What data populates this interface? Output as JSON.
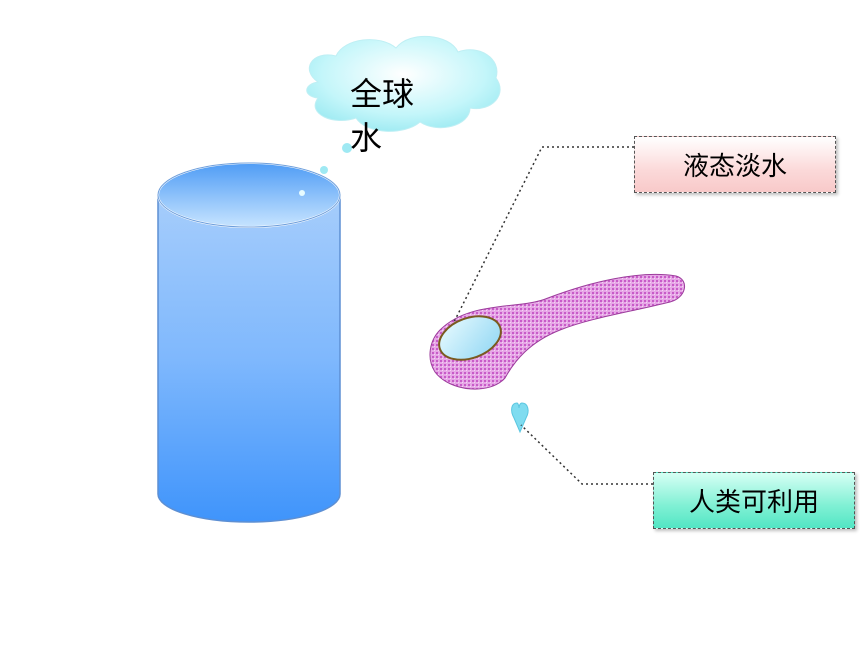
{
  "cloud": {
    "label": "全球水"
  },
  "callouts": {
    "liquid_fresh_water": "液态淡水",
    "human_usable": "人类可利用"
  },
  "colors": {
    "cylinder": "#5aa9ff",
    "cloud": "#a9f0f6",
    "spoon": "#d96ad9",
    "liquid_box": "#f8c9c9",
    "usable_box": "#52e6c4",
    "droplet": "#7fdcf0"
  }
}
